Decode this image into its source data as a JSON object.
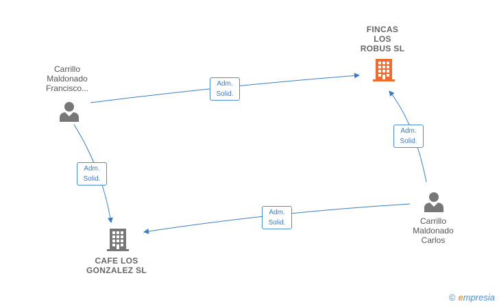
{
  "nodes": {
    "fincas": {
      "label": "FINCAS\nLOS\nROBUS  SL",
      "icon": "building-icon",
      "color": "#f26a2e"
    },
    "cafe": {
      "label": "CAFE LOS\nGONZALEZ  SL",
      "icon": "building-icon",
      "color": "#777777"
    },
    "francisco": {
      "label": "Carrillo\nMaldonado\nFrancisco...",
      "icon": "person-icon",
      "color": "#777777"
    },
    "carlos": {
      "label": "Carrillo\nMaldonado\nCarlos",
      "icon": "person-icon",
      "color": "#777777"
    }
  },
  "edges": [
    {
      "from": "francisco",
      "to": "fincas",
      "label": "Adm.\nSolid."
    },
    {
      "from": "francisco",
      "to": "cafe",
      "label": "Adm.\nSolid."
    },
    {
      "from": "carlos",
      "to": "fincas",
      "label": "Adm.\nSolid."
    },
    {
      "from": "carlos",
      "to": "cafe",
      "label": "Adm.\nSolid."
    }
  ],
  "colors": {
    "edge": "#3a7bc8"
  },
  "brand": {
    "copyright": "©",
    "first_letter": "e",
    "rest": "mpresia"
  }
}
